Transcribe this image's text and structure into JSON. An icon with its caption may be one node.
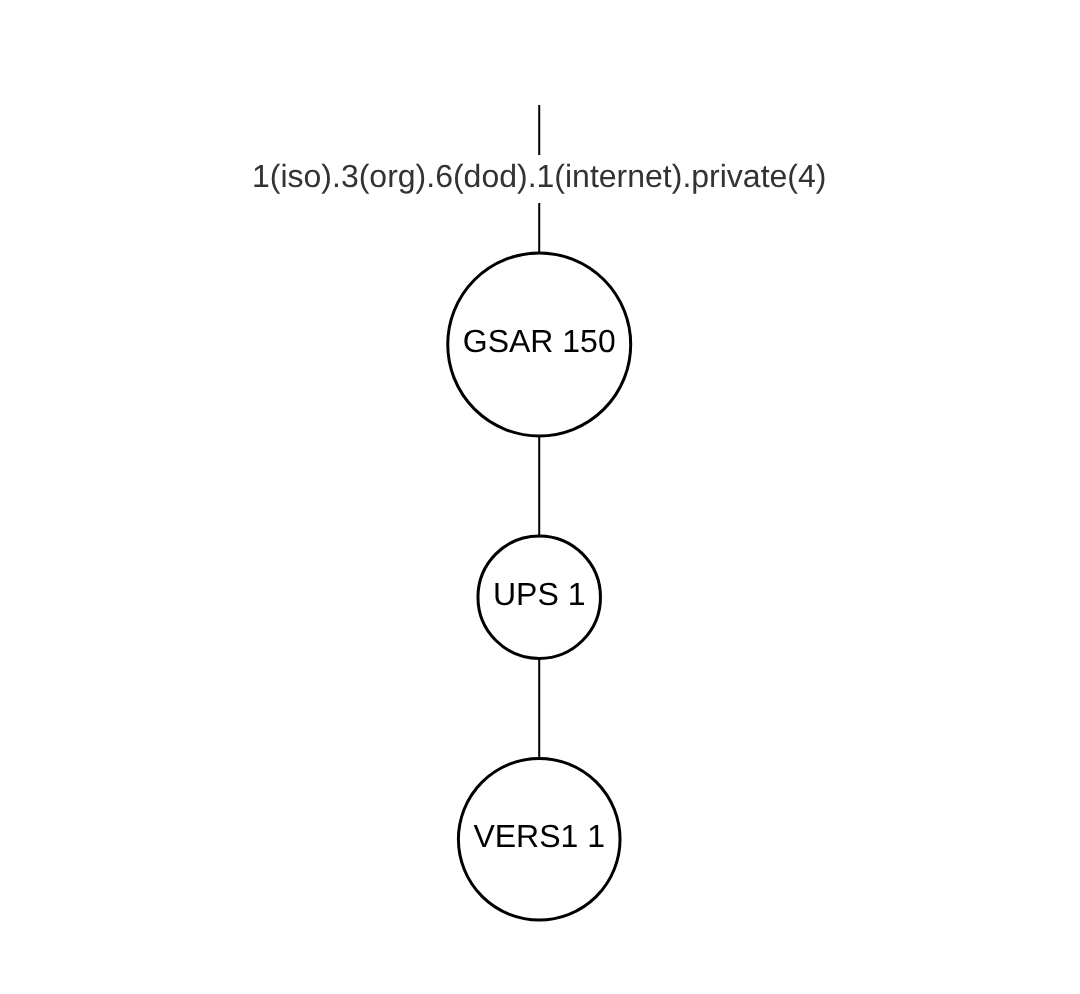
{
  "diagram": {
    "nodes": [
      {
        "text": [
          "GSAR 150"
        ]
      },
      {
        "text": [
          "UPS 1"
        ]
      },
      {
        "text": [
          "VERS1 1"
        ]
      }
    ],
    "edges": [
      {
        "from": null,
        "to": 0,
        "arrow": "none",
        "label": "1(iso).3(org).6(dod).1(internet).private(4)"
      },
      {
        "from": 0,
        "to": 1,
        "arrow": "none"
      },
      {
        "from": 1,
        "to": 2,
        "arrow": "none"
      }
    ]
  }
}
